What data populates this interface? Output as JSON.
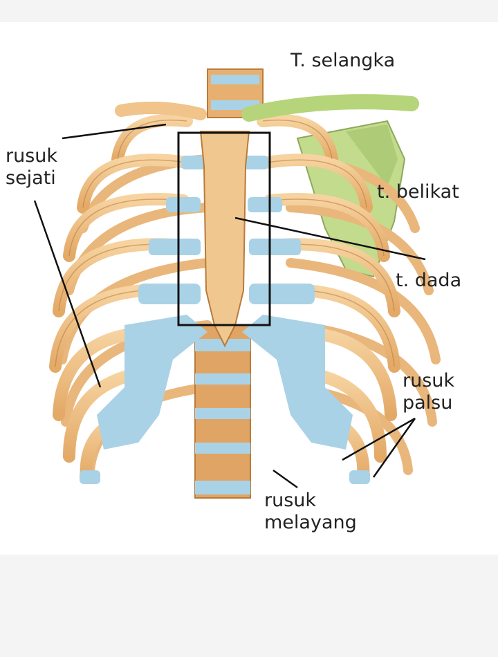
{
  "labels": {
    "clavicle": "T. selangka",
    "true_ribs_line1": "rusuk",
    "true_ribs_line2": "sejati",
    "scapula": "t. belikat",
    "sternum": "t. dada",
    "false_ribs_line1": "rusuk",
    "false_ribs_line2": "palsu",
    "floating_ribs_line1": "rusuk",
    "floating_ribs_line2": "melayang"
  },
  "colors": {
    "bone": "#f0c48a",
    "bone_outline": "#b97a3a",
    "cartilage": "#a9d2e6",
    "scapula_clavicle": "#b6d47a",
    "leader_line": "#111111",
    "label_text": "#222222"
  }
}
